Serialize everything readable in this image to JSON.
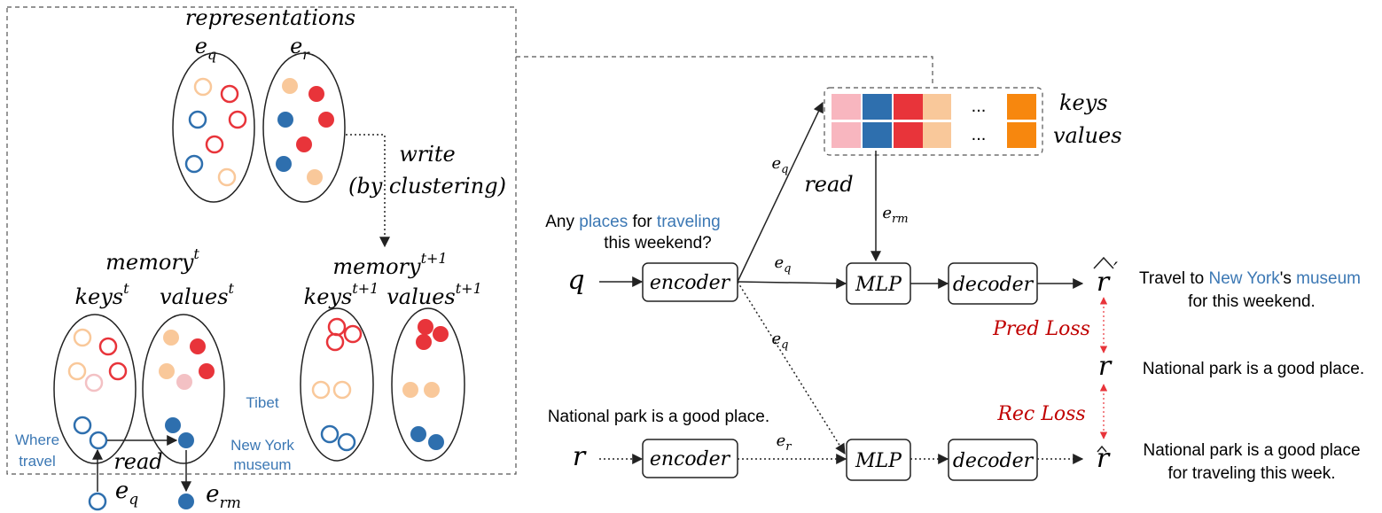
{
  "colors": {
    "red": "#e8343a",
    "red_light": "#f3c1c4",
    "blue": "#2e6fae",
    "peach": "#f9c89a",
    "pink": "#f8b6bf",
    "orange": "#f7870e",
    "text_blue": "#3c78b4",
    "loss_red": "#c00000",
    "dashed_gray": "#555555"
  },
  "left_panel": {
    "representations_label": "representations",
    "eq_label": "e",
    "eq_sub": "q",
    "er_label": "e",
    "er_sub": "r",
    "write_label": "write",
    "by_clustering_label": "(by clustering)",
    "memory_t": {
      "label": "memory",
      "sup": "t"
    },
    "keys_t": {
      "label": "keys",
      "sup": "t"
    },
    "values_t": {
      "label": "values",
      "sup": "t"
    },
    "memory_t1": {
      "label": "memory",
      "sup": "t+1"
    },
    "keys_t1": {
      "label": "keys",
      "sup": "t+1"
    },
    "values_t1": {
      "label": "values",
      "sup": "t+1"
    },
    "where_travel": [
      "Where",
      "travel"
    ],
    "tibet_museum": [
      "Tibet",
      "New York",
      "museum"
    ],
    "read_label": "read",
    "input_eq": "e",
    "input_eq_sub": "q",
    "output_erm": "e",
    "output_erm_sub": "rm"
  },
  "right_panel": {
    "keys_label": "keys",
    "values_label": "values",
    "ellipsis": "...",
    "read_label": "read",
    "eq_label": "e",
    "eq_sub": "q",
    "erm_label": "e",
    "erm_sub": "rm",
    "er_label": "e",
    "er_sub": "r",
    "query_text": {
      "part1": "Any ",
      "places": "places",
      "part2": " for ",
      "traveling": "traveling",
      "line2": "this weekend?"
    },
    "response_text": "National park is a good place.",
    "q_symbol": "q",
    "r_symbol": "r",
    "encoder_label": "encoder",
    "mlp_label": "MLP",
    "decoder_label": "decoder",
    "r_prime_symbol": "r",
    "r_prime_text": {
      "part1": "Travel to ",
      "newyork": "New York",
      "part2": "'s ",
      "museum": "museum",
      "line2": "for this weekend."
    },
    "pred_loss": "Pred Loss",
    "r_mid_symbol": "r",
    "r_mid_text": "National park is a good place.",
    "rec_loss": "Rec Loss",
    "r_hat_symbol": "r",
    "r_hat_text": [
      "National park is a good place",
      "for traveling this week."
    ]
  }
}
